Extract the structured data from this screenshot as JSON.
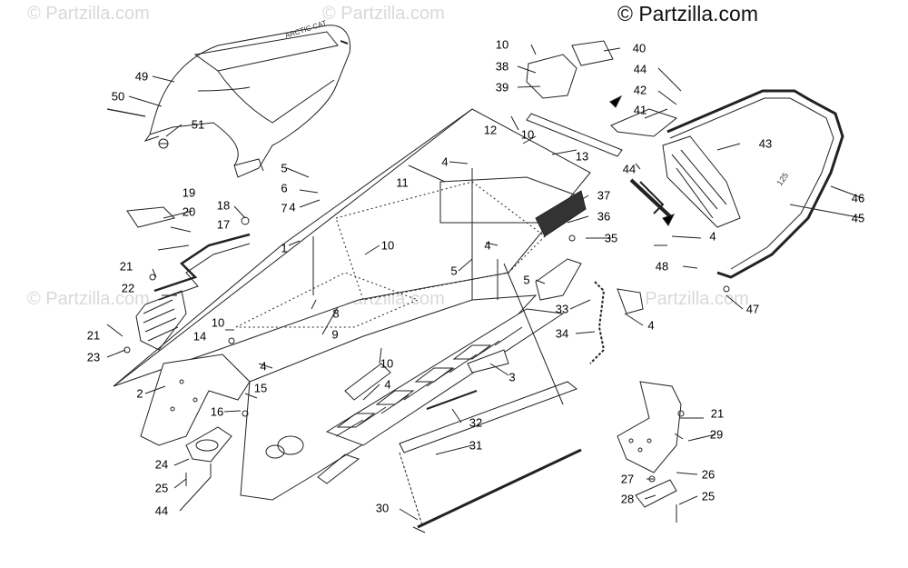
{
  "copyright": "© Partzilla.com",
  "watermarks": [
    "© Partzilla.com",
    "© Partzilla.com",
    "© Partzilla.com",
    "© Partzilla.com",
    "© Partzilla.com"
  ],
  "seat_logo_text": "ARCTIC CAT",
  "bumper_logo_text": "125",
  "callouts": [
    "1",
    "2",
    "3",
    "4",
    "4",
    "4",
    "4",
    "4",
    "4",
    "4",
    "5",
    "5",
    "5",
    "6",
    "7",
    "8",
    "9",
    "10",
    "10",
    "10",
    "10",
    "10",
    "11",
    "12",
    "13",
    "14",
    "15",
    "16",
    "17",
    "18",
    "19",
    "20",
    "21",
    "21",
    "21",
    "22",
    "23",
    "24",
    "25",
    "25",
    "26",
    "27",
    "28",
    "29",
    "30",
    "31",
    "32",
    "33",
    "34",
    "35",
    "36",
    "37",
    "38",
    "39",
    "40",
    "41",
    "42",
    "43",
    "44",
    "44",
    "44",
    "45",
    "46",
    "47",
    "48",
    "49",
    "50",
    "51"
  ]
}
